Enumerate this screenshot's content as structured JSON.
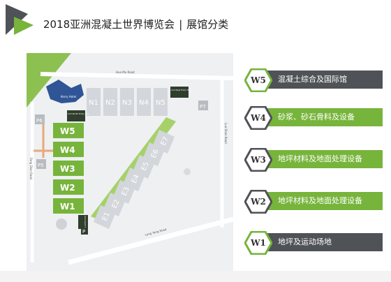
{
  "header": {
    "title": "2018亚洲混凝土世界博览会",
    "separator": "|",
    "subtitle": "展馆分类"
  },
  "colors": {
    "green": "#77b43b",
    "dark": "#4f5256",
    "hall_gray": "#d3d6da",
    "kerry_blue": "#2f5596"
  },
  "map": {
    "road_top": "Hua Mu Road",
    "road_right": "Luo Shan Road",
    "road_bottom": "Long Yang Road",
    "road_left": "Fang Dian Road",
    "kerry_hotel": "Kerry Hotel",
    "n_halls": [
      "N1",
      "N2",
      "N3",
      "N4",
      "N5"
    ],
    "w_halls": [
      "W5",
      "W4",
      "W3",
      "W2",
      "W1"
    ],
    "e_halls": [
      "E1",
      "E2",
      "E3",
      "E4",
      "E5",
      "E6",
      "E7"
    ],
    "parking": [
      "P7",
      "P6",
      "P5",
      "P"
    ],
    "entries": [
      "2nd North Entry Hall",
      "2nd East Entry Hall",
      "2nd South Entry Hall"
    ]
  },
  "legend": [
    {
      "code": "W5",
      "text": "混凝土综合及国际馆",
      "style": "dark"
    },
    {
      "code": "W4",
      "text": "砂浆、砂石骨料及设备",
      "style": "green"
    },
    {
      "code": "W3",
      "text": "地坪材料及地面处理设备",
      "style": "green"
    },
    {
      "code": "W2",
      "text": "地坪材料及地面处理设备",
      "style": "green"
    },
    {
      "code": "W1",
      "text": "地坪及运动场地",
      "style": "dark"
    }
  ]
}
